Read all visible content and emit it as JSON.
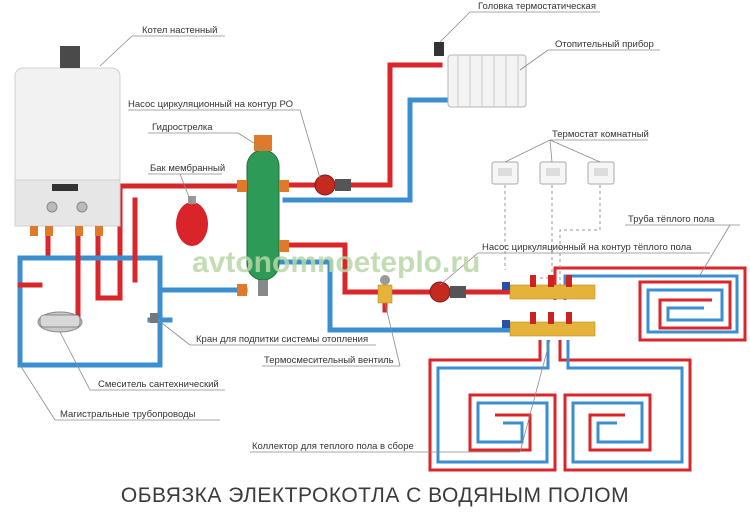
{
  "labels": {
    "boiler": "Котел настенный",
    "thermo_head": "Головка термостатическая",
    "radiator": "Отопительный прибор",
    "pump_ro": "Насос циркуляционный на контур РО",
    "hydro_arrow": "Гидрострелка",
    "membrane_tank": "Бак мембранный",
    "room_thermostat": "Термостат комнатный",
    "floor_pipe": "Труба тёплого пола",
    "pump_floor": "Насос циркуляционный на контур тёплого пола",
    "fill_valve": "Кран для подпитки системы отопления",
    "thermo_mix_valve": "Термосмесительный вентиль",
    "sanitary_mixer": "Смеситель сантехнический",
    "main_pipes": "Магистральные трубопроводы",
    "collector": "Коллектор для теплого пола в сборе"
  },
  "watermark": "avtonomnoeteplo.ru",
  "title": "ОБВЯЗКА ЭЛЕКТРОКОТЛА С ВОДЯНЫМ ПОЛОМ",
  "colors": {
    "hot": "#d8262b",
    "cold": "#3b8fd1",
    "fitting": "#e07a2a",
    "brass": "#e5b33a",
    "hydro": "#2e9a58"
  }
}
